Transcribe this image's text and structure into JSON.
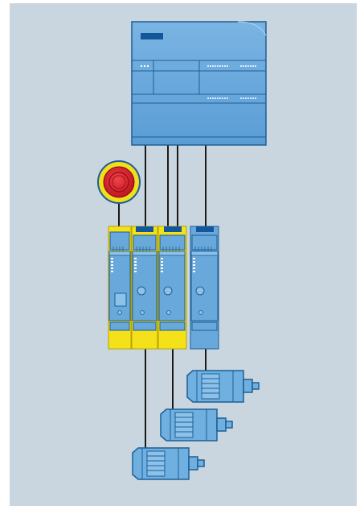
{
  "colors": {
    "page_background": "#ffffff",
    "panel_background": "#c9d6df",
    "device_blue": "#69a8db",
    "device_blue_light": "#8cc2ea",
    "device_blue_dark": "#2f7fc0",
    "outline_blue": "#1d5f96",
    "badge_blue": "#13569a",
    "safety_yellow": "#f4e11a",
    "yellow_outline": "#b8a300",
    "estop_red": "#d8202a",
    "estop_ring": "#f1df1c",
    "wire": "#1a1a1a",
    "motor_blue": "#6fb0e0"
  },
  "icons": {
    "controller": "plc-controller-icon",
    "emergency_stop": "emergency-stop-button-icon",
    "safety_module": "safety-relay-module-icon",
    "standard_module": "motor-starter-module-icon",
    "motor": "electric-motor-icon"
  },
  "diagram": {
    "modules": [
      {
        "name": "safety-module-1",
        "safety": true,
        "estop_input": true,
        "status_window": true
      },
      {
        "name": "safety-module-2",
        "safety": true,
        "estop_input": false,
        "status_window": false
      },
      {
        "name": "safety-module-3",
        "safety": true,
        "estop_input": false,
        "status_window": false
      },
      {
        "name": "standard-module",
        "safety": false,
        "estop_input": false,
        "status_window": false
      }
    ],
    "motors": [
      {
        "name": "motor-top",
        "driven_by": "standard-module"
      },
      {
        "name": "motor-middle",
        "driven_by": "safety-module-3"
      },
      {
        "name": "motor-bottom",
        "driven_by": "safety-module-2"
      }
    ]
  }
}
